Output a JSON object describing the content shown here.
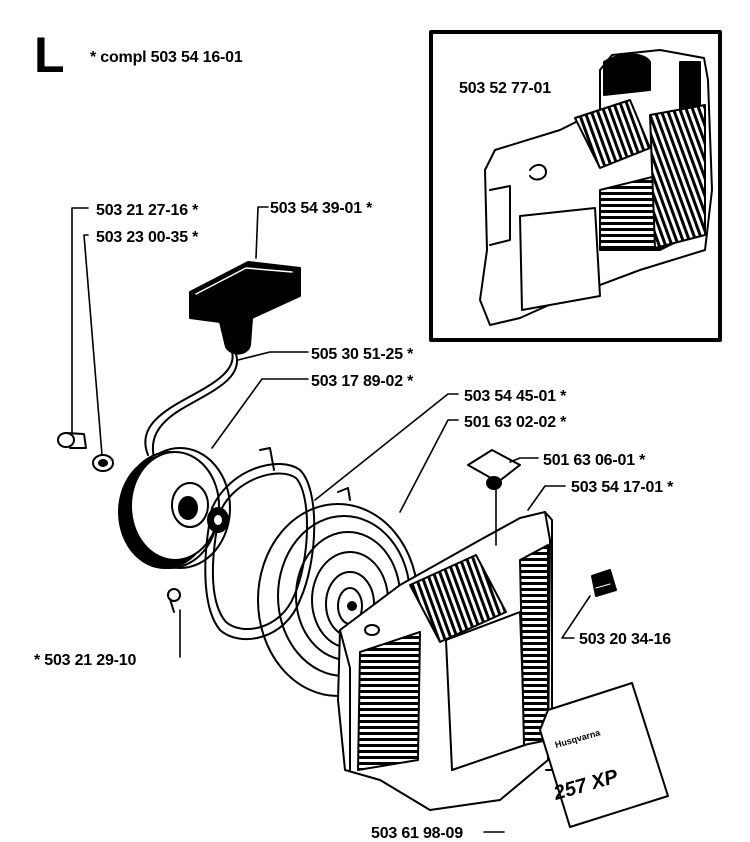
{
  "section_letter": "L",
  "compl_label": "* compl 503 54 16-01",
  "inset": {
    "part_label": "503 52 77-01"
  },
  "parts": [
    {
      "id": "screw",
      "label": "503 21 27-16  *"
    },
    {
      "id": "washer",
      "label": "503 23 00-35  *"
    },
    {
      "id": "handle",
      "label": "503 54 39-01  *"
    },
    {
      "id": "cord",
      "label": "505 30 51-25  *"
    },
    {
      "id": "pulley",
      "label": "503 17 89-02  *"
    },
    {
      "id": "spring-housing",
      "label": "503 54 45-01  *"
    },
    {
      "id": "spring",
      "label": "501 63 02-02  *"
    },
    {
      "id": "bushing",
      "label": "501 63 06-01  *"
    },
    {
      "id": "cover",
      "label": "503 54 17-01  *"
    },
    {
      "id": "screw-small",
      "label": "*  503 21 29-10"
    },
    {
      "id": "cover-screw",
      "label": "503 20 34-16"
    },
    {
      "id": "decal",
      "label": "503 61 98-09"
    }
  ],
  "decal_text": {
    "brand": "Husqvarna",
    "model": "257 XP"
  }
}
